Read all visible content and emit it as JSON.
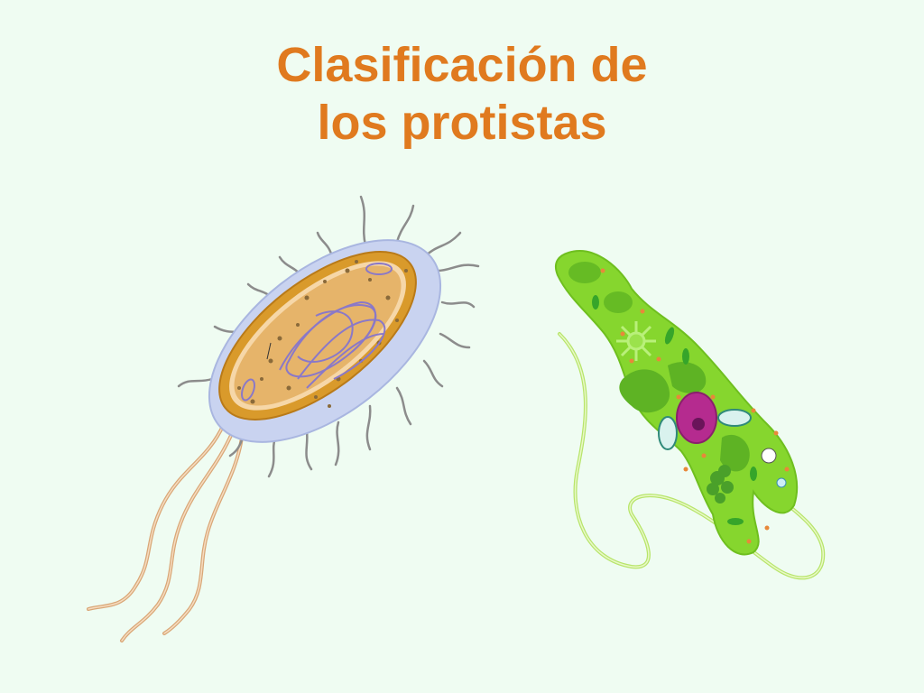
{
  "slide": {
    "title_line1": "Clasificación de",
    "title_line2": "los protistas"
  },
  "colors": {
    "background": "#effcf2",
    "title": "#e07a1f",
    "bacterium_capsule": "#c9d3f0",
    "bacterium_wall": "#d99a2b",
    "bacterium_cytoplasm": "#e6b46a",
    "euglena_body": "#86d62e",
    "euglena_nucleus": "#b52b8f"
  },
  "icons": [
    "bacterium-illustration",
    "euglena-illustration"
  ]
}
